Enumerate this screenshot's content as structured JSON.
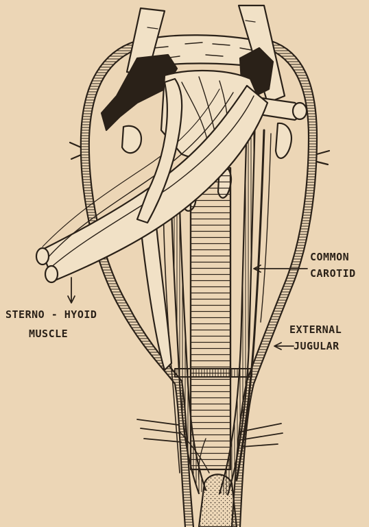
{
  "labels": {
    "sterno_hyoid_line1": "STERNO - HYOID",
    "sterno_hyoid_line2": "MUSCLE",
    "common_carotid_line1": "COMMON",
    "common_carotid_line2": "CAROTID",
    "external_jugular_line1": "EXTERNAL",
    "external_jugular_line2": "JUGULAR"
  },
  "colors": {
    "paper": "#ecd6b6",
    "ink": "#2a2118",
    "muscle_fill": "#f1e1c6"
  }
}
